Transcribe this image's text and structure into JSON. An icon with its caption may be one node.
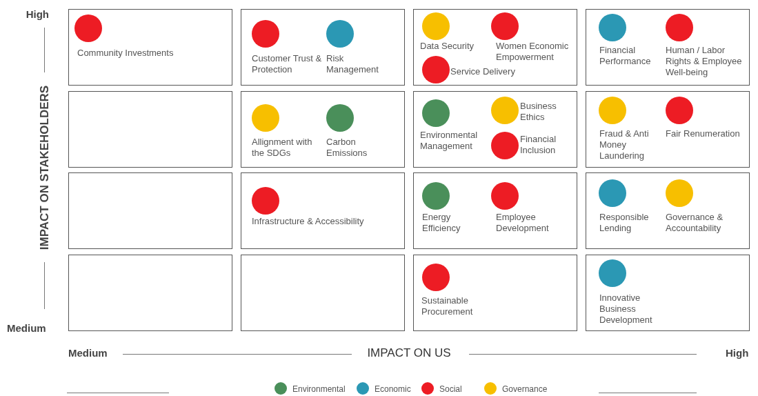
{
  "diagram": {
    "nodes": [
      {
        "text": [],
        "shape": "box"
      },
      {
        "text": [
          "Community Investments"
        ],
        "in": 0
      },
      {
        "text": [],
        "shape": "box"
      },
      {
        "text": [
          "Customer Trust & Protection"
        ],
        "in": 2
      },
      {
        "text": [
          "Risk Management"
        ],
        "in": 2
      },
      {
        "text": [],
        "shape": "box"
      },
      {
        "text": [
          "Data Security"
        ],
        "in": 5
      },
      {
        "text": [
          "Women Economic Empowerment"
        ],
        "in": 5
      },
      {
        "text": [
          "Service Delivery"
        ],
        "in": 5
      },
      {
        "text": [],
        "shape": "box"
      },
      {
        "text": [
          "Financial Performance"
        ],
        "in": 9
      },
      {
        "text": [
          "Human / Labor Rights & Employee Well-being"
        ],
        "in": 9
      },
      {
        "text": [],
        "shape": "box"
      },
      {
        "text": [],
        "shape": "box"
      },
      {
        "text": [
          "Allignment with the SDGs"
        ],
        "in": 13
      },
      {
        "text": [
          "Carbon Emissions"
        ],
        "in": 13
      },
      {
        "text": [],
        "shape": "box"
      },
      {
        "text": [
          "Environmental Management"
        ],
        "in": 16
      },
      {
        "text": [
          "Business Ethics"
        ],
        "in": 16
      },
      {
        "text": [
          "Financial Inclusion"
        ],
        "in": 16
      },
      {
        "text": [],
        "shape": "box"
      },
      {
        "text": [
          "Fraud & Anti Money Laundering"
        ],
        "in": 20
      },
      {
        "text": [
          "Fair Renumeration"
        ],
        "in": 20
      },
      {
        "text": [],
        "shape": "box"
      },
      {
        "text": [],
        "shape": "box"
      },
      {
        "text": [
          "Infrastructure & Accessibility"
        ],
        "in": 24
      },
      {
        "text": [],
        "shape": "box"
      },
      {
        "text": [
          "Energy Efficiency"
        ],
        "in": 26
      },
      {
        "text": [
          "Employee Development"
        ],
        "in": 26
      },
      {
        "text": [],
        "shape": "box"
      },
      {
        "text": [
          "Responsible Lending"
        ],
        "in": 29
      },
      {
        "text": [
          "Governance & Accountability"
        ],
        "in": 29
      },
      {
        "text": [],
        "shape": "box"
      },
      {
        "text": [],
        "shape": "box"
      },
      {
        "text": [],
        "shape": "box"
      },
      {
        "text": [
          "Sustainable Procurement"
        ],
        "in": 34
      },
      {
        "text": [],
        "shape": "box"
      },
      {
        "text": [
          "Innovative Business Development"
        ],
        "in": 36
      }
    ],
    "labels": [
      "High",
      "IMPACT ON STAKEHOLDERS",
      "Medium",
      "Medium",
      "IMPACT ON US",
      "High"
    ],
    "legend": [
      {
        "text": "Environmental",
        "color": "#4a8f5a"
      },
      {
        "text": "Economic",
        "color": "#2b98b4"
      },
      {
        "text": "Social",
        "color": "#ed1c24"
      },
      {
        "text": "Governance",
        "color": "#f7bf00"
      }
    ]
  }
}
